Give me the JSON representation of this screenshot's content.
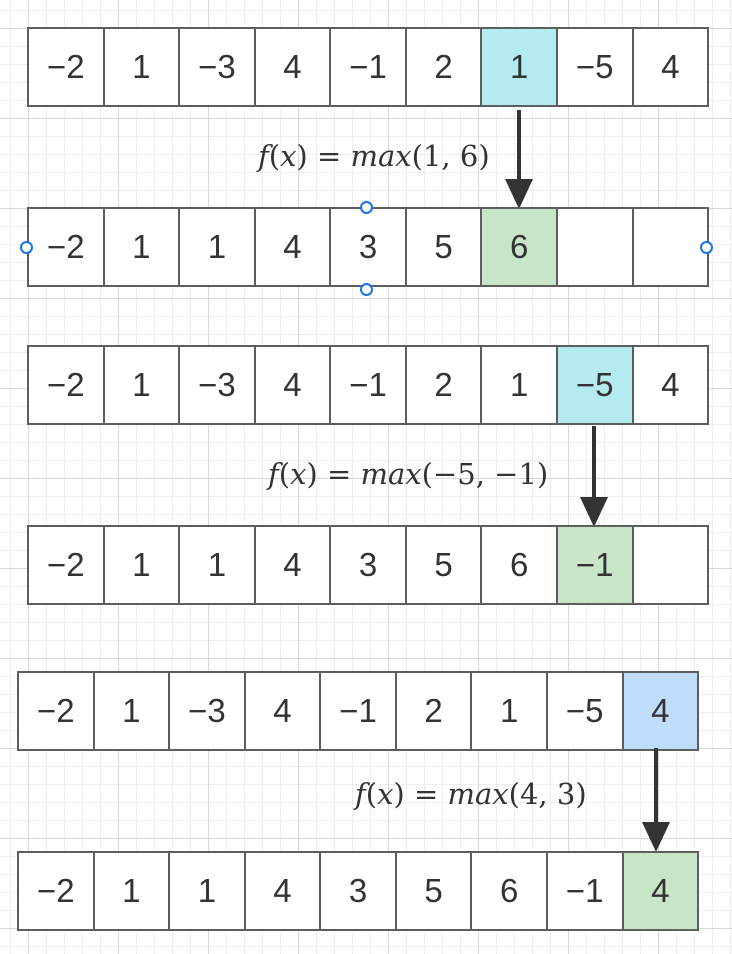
{
  "colors": {
    "input_highlight": "#b3ebef",
    "input_highlight_last": "#bfdcfb",
    "output_highlight": "#c8e5c8",
    "cell_border": "#5e5e5e",
    "selection_handle": "#1a73e8"
  },
  "steps": [
    {
      "input": [
        "−2",
        "1",
        "−3",
        "4",
        "−1",
        "2",
        "1",
        "−5",
        "4"
      ],
      "input_highlight_index": 6,
      "formula": {
        "fn": "f",
        "var": "x",
        "name": "max",
        "args": "1, 6"
      },
      "output": [
        "−2",
        "1",
        "1",
        "4",
        "3",
        "5",
        "6",
        "",
        ""
      ],
      "output_highlight_index": 6
    },
    {
      "input": [
        "−2",
        "1",
        "−3",
        "4",
        "−1",
        "2",
        "1",
        "−5",
        "4"
      ],
      "input_highlight_index": 7,
      "formula": {
        "fn": "f",
        "var": "x",
        "name": "max",
        "args": "−5, −1"
      },
      "output": [
        "−2",
        "1",
        "1",
        "4",
        "3",
        "5",
        "6",
        "−1",
        ""
      ],
      "output_highlight_index": 7
    },
    {
      "input": [
        "−2",
        "1",
        "−3",
        "4",
        "−1",
        "2",
        "1",
        "−5",
        "4"
      ],
      "input_highlight_index": 8,
      "formula": {
        "fn": "f",
        "var": "x",
        "name": "max",
        "args": "4, 3"
      },
      "output": [
        "−2",
        "1",
        "1",
        "4",
        "3",
        "5",
        "6",
        "−1",
        "4"
      ],
      "output_highlight_index": 8
    }
  ]
}
